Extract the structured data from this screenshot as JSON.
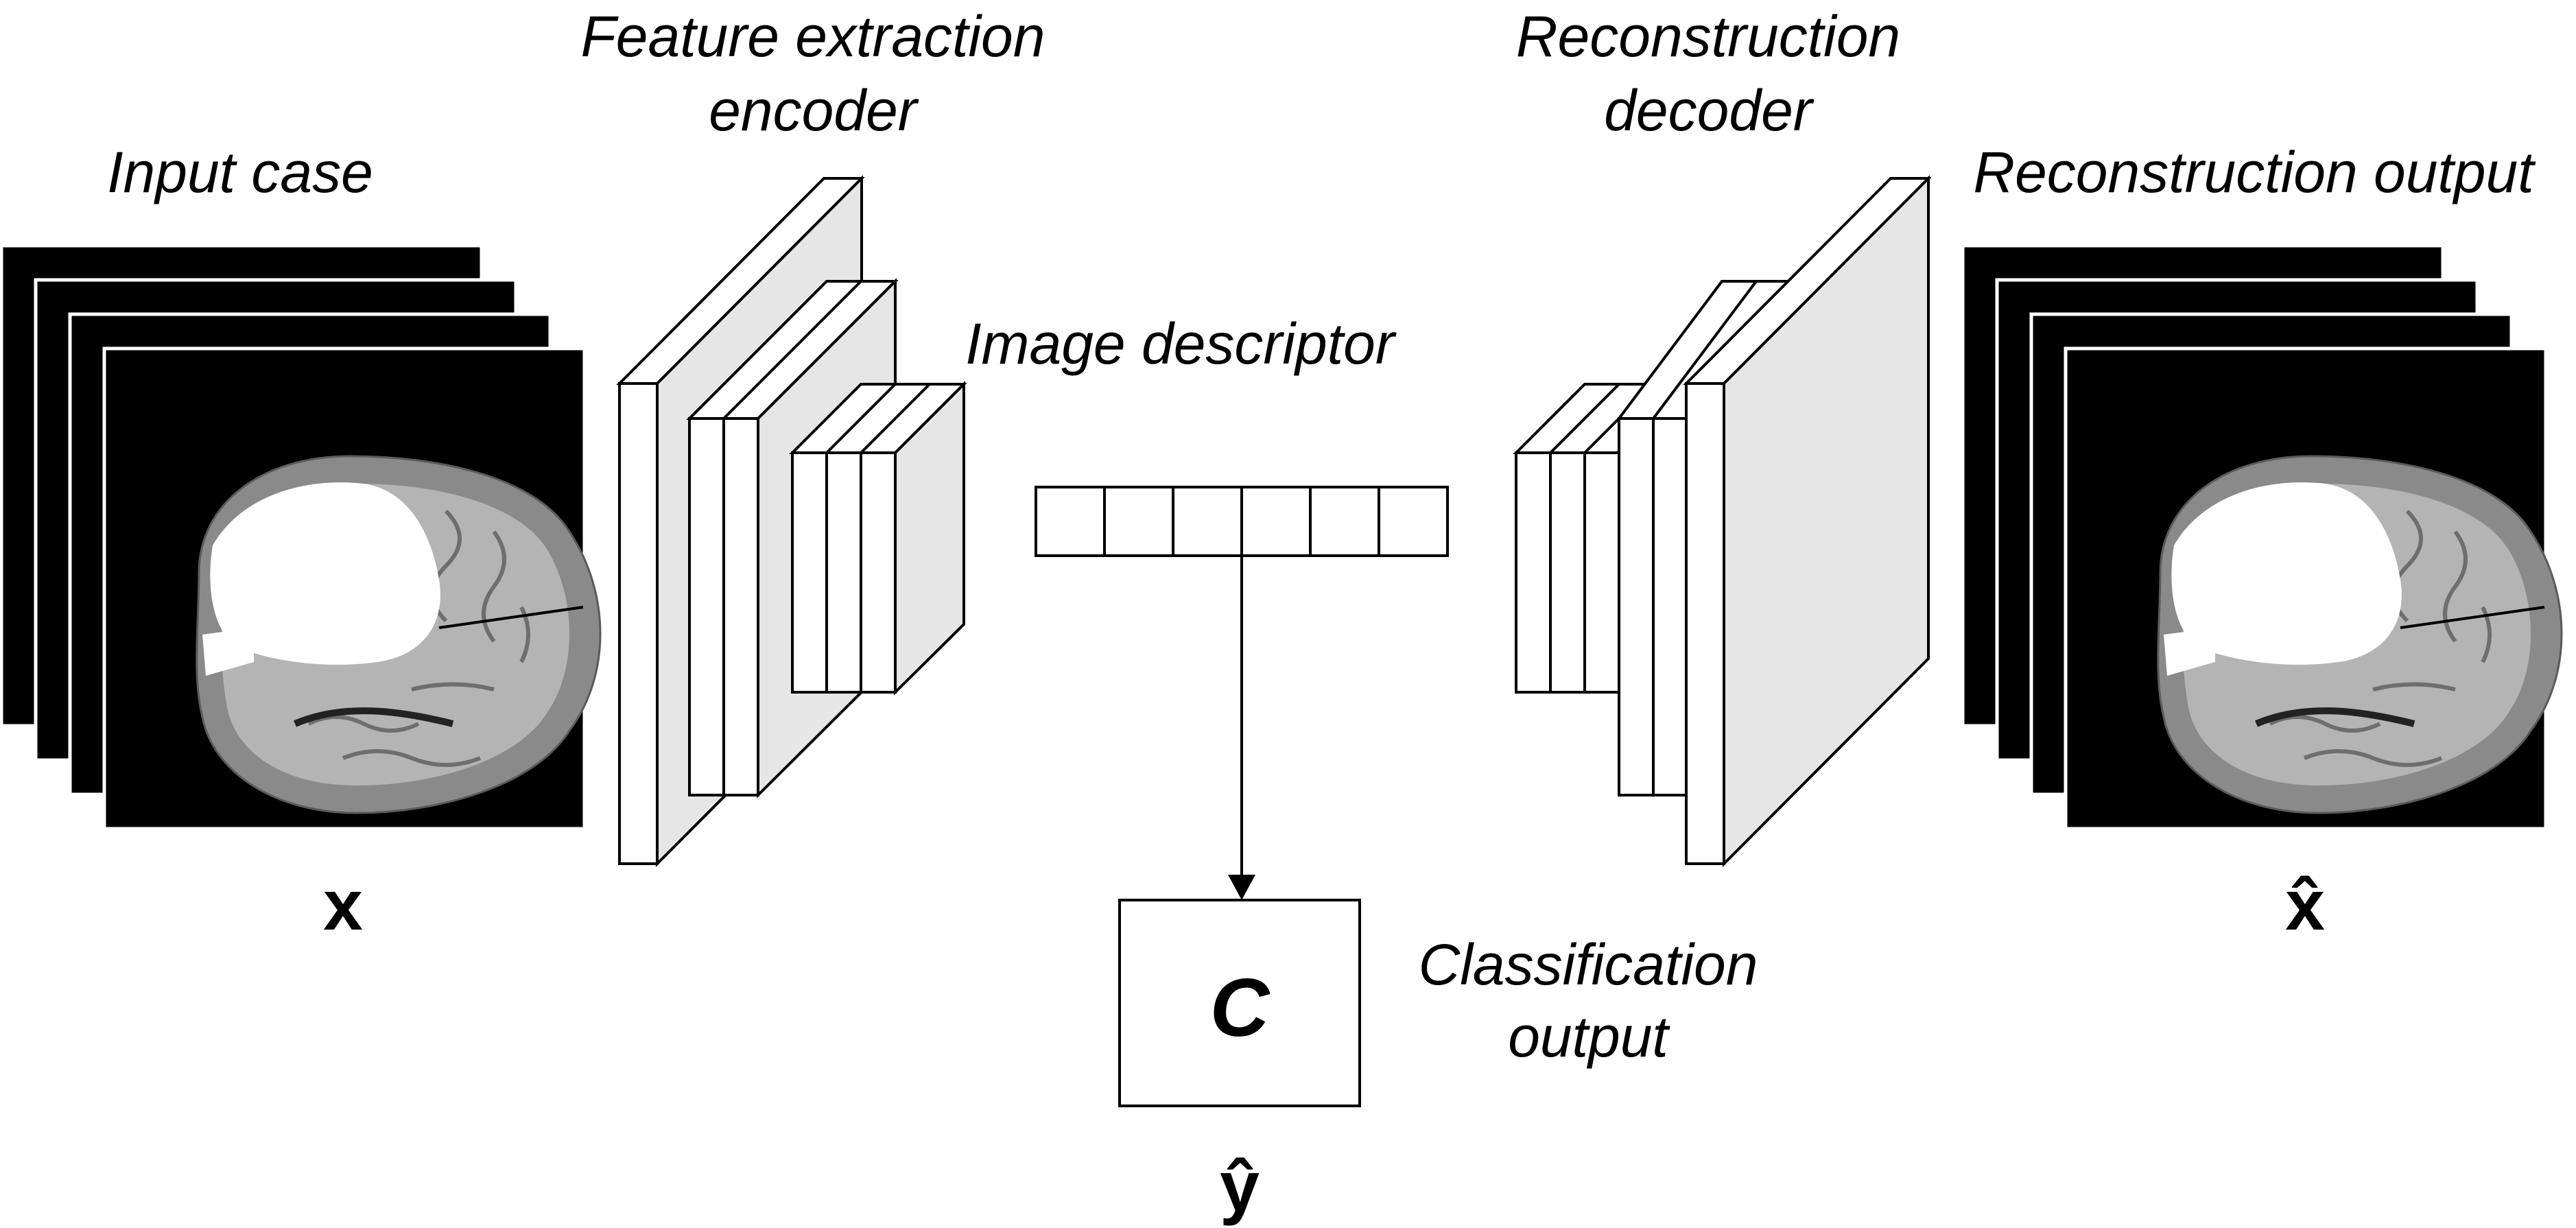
{
  "labels": {
    "input_case": "Input case",
    "encoder_line1": "Feature extraction",
    "encoder_line2": "encoder",
    "image_descriptor": "Image descriptor",
    "decoder_line1": "Reconstruction",
    "decoder_line2": "decoder",
    "reconstruction_output": "Reconstruction output",
    "classification_line1": "Classification",
    "classification_line2": "output"
  },
  "symbols": {
    "input": "x",
    "reconstruction": "x̂",
    "classifier": "C",
    "prediction": "ŷ"
  },
  "descriptor": {
    "cells": 6
  },
  "icons": {
    "slice_stack": "brain-mri-slice-icon",
    "arrow": "arrow-down-icon"
  },
  "colors": {
    "line": "#000000",
    "block_side": "#e6e6e6",
    "slice_background": "#000000"
  }
}
